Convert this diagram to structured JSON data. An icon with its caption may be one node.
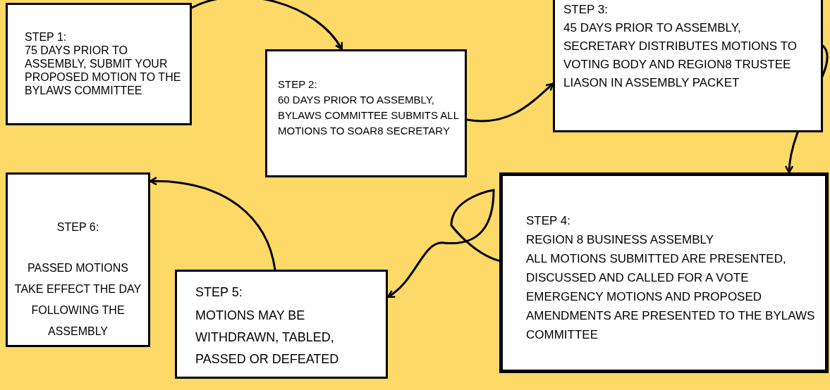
{
  "diagram": {
    "nodes": [
      {
        "text": [
          "STEP 1:",
          "75 DAYS PRIOR TO ASSEMBLY, SUBMIT YOUR PROPOSED MOTION TO THE BYLAWS COMMITTEE"
        ]
      },
      {
        "text": [
          "STEP 2:",
          "60 DAYS PRIOR TO ASSEMBLY, BYLAWS COMMITTEE SUBMITS ALL MOTIONS TO SOAR8 SECRETARY"
        ]
      },
      {
        "text": [
          "STEP 3:",
          "45 DAYS PRIOR TO ASSEMBLY, SECRETARY DISTRIBUTES MOTIONS TO VOTING BODY AND REGION8 TRUSTEE LIASON IN ASSEMBLY PACKET"
        ]
      },
      {
        "text": [
          "STEP 4:",
          "REGION 8 BUSINESS ASSEMBLY",
          "ALL MOTIONS SUBMITTED ARE PRESENTED, DISCUSSED AND CALLED FOR A VOTE",
          "EMERGENCY MOTIONS AND PROPOSED AMENDMENTS ARE PRESENTED TO THE BYLAWS COMMITTEE"
        ]
      },
      {
        "text": [
          "STEP 5:",
          "MOTIONS MAY BE WITHDRAWN, TABLED, PASSED OR DEFEATED"
        ]
      },
      {
        "text": [
          "STEP 6:",
          "PASSED MOTIONS TAKE EFFECT THE DAY FOLLOWING THE ASSEMBLY"
        ]
      }
    ],
    "edges": [
      {
        "from": 0,
        "to": 1,
        "arrow": "to"
      },
      {
        "from": 1,
        "to": 2,
        "arrow": "to"
      },
      {
        "from": 2,
        "to": 3,
        "arrow": "to"
      },
      {
        "from": 3,
        "to": 4,
        "arrow": "to"
      },
      {
        "from": 4,
        "to": 5,
        "arrow": "to"
      }
    ]
  }
}
